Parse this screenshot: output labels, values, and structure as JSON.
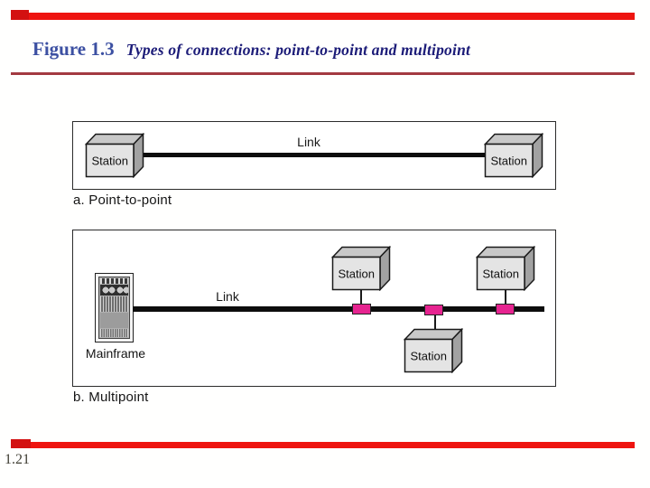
{
  "slide": {
    "figure_label": "Figure 1.3",
    "figure_title": "Types of connections: point-to-point and multipoint",
    "page_number": "1.21"
  },
  "colors": {
    "accent_red": "#ee1410",
    "accent_red_dark": "#d31111",
    "divider_maroon": "#a33a41",
    "figure_label_blue": "#3c50a2",
    "figure_title_navy": "#1c1c78",
    "tap_pink": "#e62490",
    "station_front_gray": "#e4e4e4",
    "line_black": "#0d0d0d"
  },
  "diagram_a": {
    "caption": "a. Point-to-point",
    "link_label": "Link",
    "stations": [
      "Station",
      "Station"
    ]
  },
  "diagram_b": {
    "caption": "b. Multipoint",
    "link_label": "Link",
    "mainframe_label": "Mainframe",
    "stations": [
      "Station",
      "Station",
      "Station"
    ]
  }
}
